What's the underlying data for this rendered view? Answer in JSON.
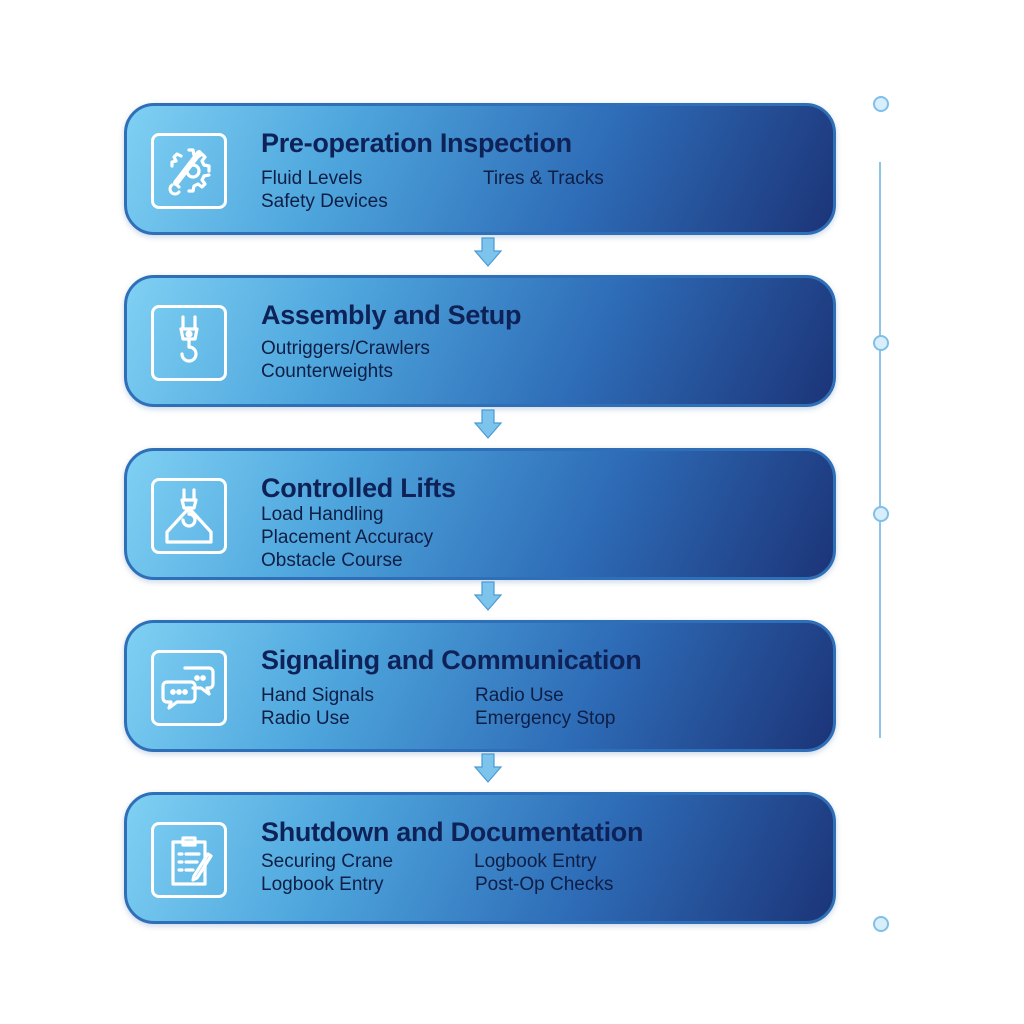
{
  "steps": [
    {
      "title": "Pre-operation Inspection",
      "icon": "wrench-gear-icon",
      "items": [
        "Fluid Levels",
        "Tires & Tracks",
        "Safety Devices"
      ]
    },
    {
      "title": "Assembly and Setup",
      "icon": "crane-hook-icon",
      "items": [
        "Outriggers/Crawlers",
        "Counterweights"
      ]
    },
    {
      "title": "Controlled Lifts",
      "icon": "lifting-hook-icon",
      "items": [
        "Load Handling",
        "Placement Accuracy",
        "Obstacle Course"
      ]
    },
    {
      "title": "Signaling and Communication",
      "icon": "chat-bubbles-icon",
      "items": [
        "Hand Signals",
        "Radio Use",
        "Radio Use",
        "Emergency Stop"
      ]
    },
    {
      "title": "Shutdown and Documentation",
      "icon": "clipboard-pen-icon",
      "items": [
        "Securing Crane",
        "Logbook Entry",
        "Logbook Entry",
        "Post-Op Checks"
      ]
    }
  ],
  "colors": {
    "card_light": "#7fd0f3",
    "card_dark": "#1c3478",
    "title_text": "#0f2258",
    "arrow": "#6fbbe8",
    "rail": "#8cc4ea"
  }
}
